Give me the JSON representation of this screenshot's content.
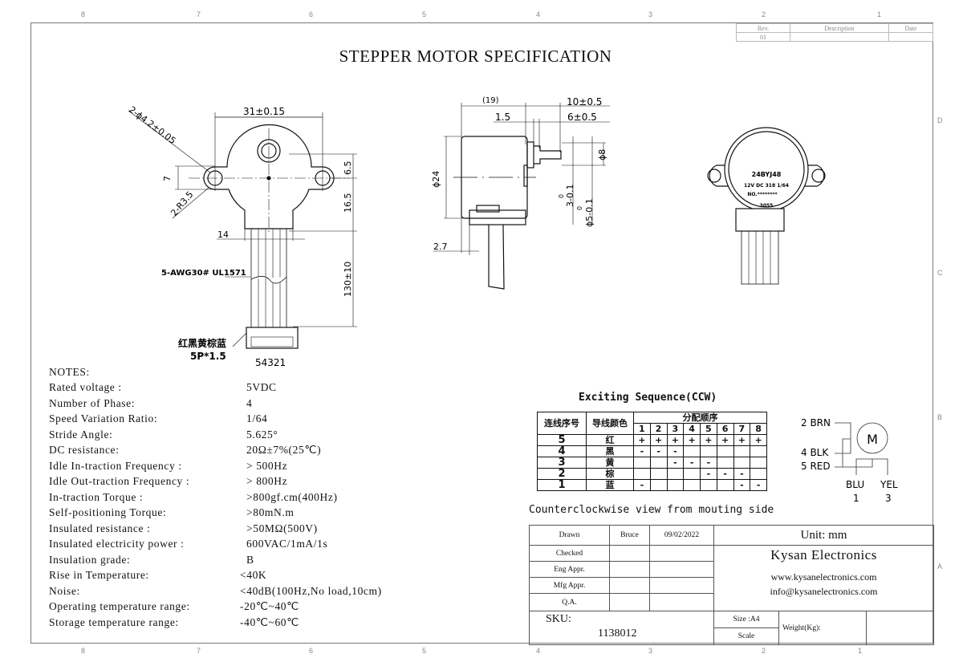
{
  "zones_top": [
    "8",
    "7",
    "6",
    "5",
    "4",
    "3",
    "2",
    "1"
  ],
  "zones_side": [
    "D",
    "C",
    "B",
    "A"
  ],
  "revision": {
    "headers": [
      "Rev.",
      "Description",
      "Date"
    ],
    "rows": [
      [
        "01",
        "",
        ""
      ]
    ]
  },
  "title": "STEPPER MOTOR SPECIFICATION",
  "front_view": {
    "dim_width": "31±0.15",
    "dim_hole": "2-ϕ4.2±0.05",
    "dim_radius": "2-R3.5",
    "dim_7": "7",
    "dim_6_5": "6.5",
    "dim_16_5": "16.5",
    "dim_14": "14",
    "dim_wire_len": "130±10",
    "wire_spec": "5-AWG30# UL1571",
    "wire_colors": "红黑黄棕蓝",
    "connector": "5P*1.5",
    "pin_order": "54321"
  },
  "side_view": {
    "dim_19": "(19)",
    "dim_10": "10±0.5",
    "dim_1_5": "1.5",
    "dim_6": "6±0.5",
    "dim_24": "ϕ24",
    "dim_8": "ϕ8",
    "dim_3": "3-0.1",
    "dim_5": "ϕ5-0.1",
    "tol_zero": "0",
    "dim_2_7": "2.7"
  },
  "back_view": {
    "model": "24BYJ48",
    "rating": "12V DC 318 1/64",
    "number": "NO.********",
    "code": "3055"
  },
  "notes": {
    "heading": "NOTES:",
    "items": [
      {
        "label": "Rated voltage :",
        "value": "5VDC"
      },
      {
        "label": "Number of Phase:",
        "value": "4"
      },
      {
        "label": "Speed Variation Ratio:",
        "value": "1/64"
      },
      {
        "label": "Stride Angle:",
        "value": "5.625°"
      },
      {
        "label": "DC resistance:",
        "value": "20Ω±7%(25℃)"
      },
      {
        "label": "Idle In-traction Frequency :",
        "value": "> 500Hz"
      },
      {
        "label": "Idle Out-traction Frequency :",
        "value": "> 800Hz"
      },
      {
        "label": "In-traction Torque :",
        "value": ">800gf.cm(400Hz)"
      },
      {
        "label": "Self-positioning Torque:",
        "value": ">80mN.m"
      },
      {
        "label": "Insulated resistance :",
        "value": ">50MΩ(500V)"
      },
      {
        "label": "Insulated electricity power :",
        "value": "600VAC/1mA/1s"
      },
      {
        "label": "Insulation grade:",
        "value": "B"
      },
      {
        "label": "Rise in Temperature:",
        "value": "<40K"
      },
      {
        "label": "Noise:",
        "value": "<40dB(100Hz,No load,10cm)"
      },
      {
        "label": "Operating temperature range:",
        "value": "-20℃~40℃"
      },
      {
        "label": "Storage temperature range:",
        "value": "-40℃~60℃"
      }
    ]
  },
  "sequence": {
    "title": "Exciting Sequence(CCW)",
    "col_wire_no": "连线序号",
    "col_wire_color": "导线颜色",
    "col_order": "分配顺序",
    "steps": [
      "1",
      "2",
      "3",
      "4",
      "5",
      "6",
      "7",
      "8"
    ],
    "rows": [
      {
        "no": "5",
        "color": "红",
        "cells": [
          "+",
          "+",
          "+",
          "+",
          "+",
          "+",
          "+",
          "+"
        ]
      },
      {
        "no": "4",
        "color": "黑",
        "cells": [
          "-",
          "-",
          "-",
          "",
          "",
          "",
          "",
          ""
        ]
      },
      {
        "no": "3",
        "color": "黄",
        "cells": [
          "",
          "",
          "-",
          "-",
          "-",
          "",
          "",
          ""
        ]
      },
      {
        "no": "2",
        "color": "棕",
        "cells": [
          "",
          "",
          "",
          "",
          "-",
          "-",
          "-",
          ""
        ]
      },
      {
        "no": "1",
        "color": "蓝",
        "cells": [
          "-",
          "",
          "",
          "",
          "",
          "",
          "-",
          "-"
        ]
      }
    ],
    "caption": "Counterclockwise view from mouting side"
  },
  "schematic": {
    "brn": "2 BRN",
    "blk": "4 BLK",
    "red": "5 RED",
    "blu": "BLU",
    "yel": "YEL",
    "blu_no": "1",
    "yel_no": "3",
    "motor": "M"
  },
  "title_block": {
    "drawn": "Drawn",
    "drawn_by": "Bruce",
    "drawn_date": "09/02/2022",
    "checked": "Checked",
    "eng": "Eng Appr.",
    "mfg": "Mfg Appr.",
    "qa": "Q.A.",
    "unit": "Unit: mm",
    "company": "Kysan Electronics",
    "website": "www.kysanelectronics.com",
    "email": "info@kysanelectronics.com",
    "sku_label": "SKU:",
    "sku": "1138012",
    "size": "Size :A4",
    "scale": "Scale",
    "weight": "Weight(Kg):"
  }
}
